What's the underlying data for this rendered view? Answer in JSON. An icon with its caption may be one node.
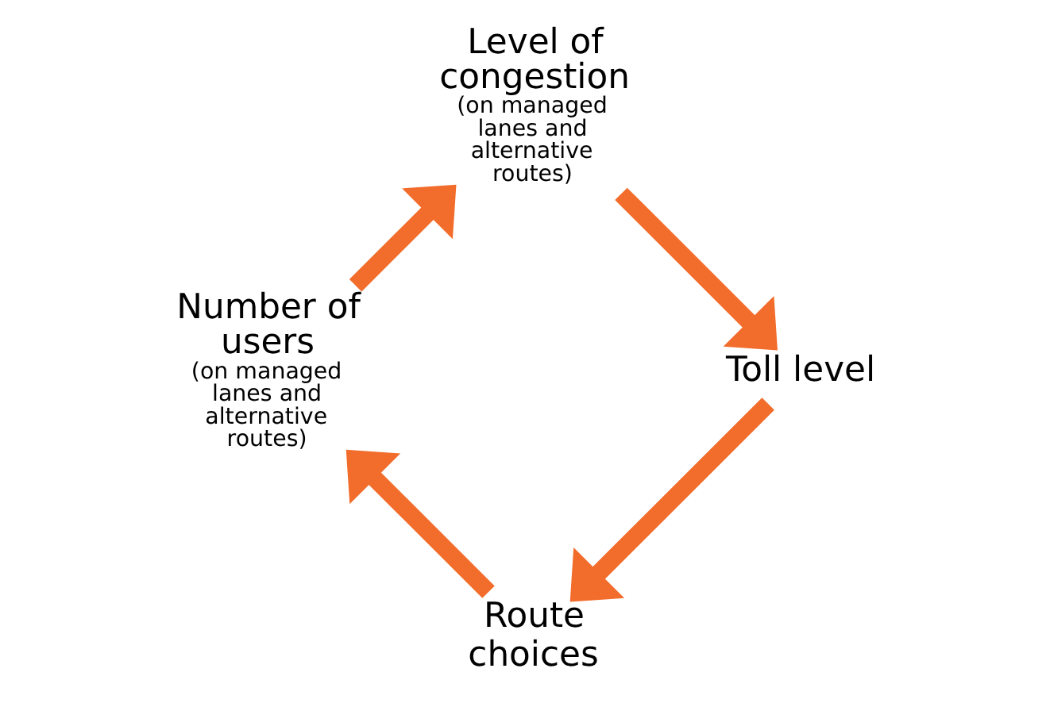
{
  "diagram": {
    "nodes": [
      {
        "text": [
          "Route choices"
        ]
      },
      {
        "text": [
          "Number of users",
          "(on managed lanes and alternative routes)"
        ]
      },
      {
        "text": [
          "Level of congestion",
          "(on managed lanes and alternative routes)"
        ]
      },
      {
        "text": [
          "Toll level"
        ]
      }
    ],
    "edges": [
      {
        "from": 3,
        "to": 0,
        "arrow": "to"
      },
      {
        "from": 0,
        "to": 1,
        "arrow": "to"
      },
      {
        "from": 1,
        "to": 2,
        "arrow": "to"
      },
      {
        "from": 2,
        "to": 3,
        "arrow": "to"
      }
    ]
  }
}
